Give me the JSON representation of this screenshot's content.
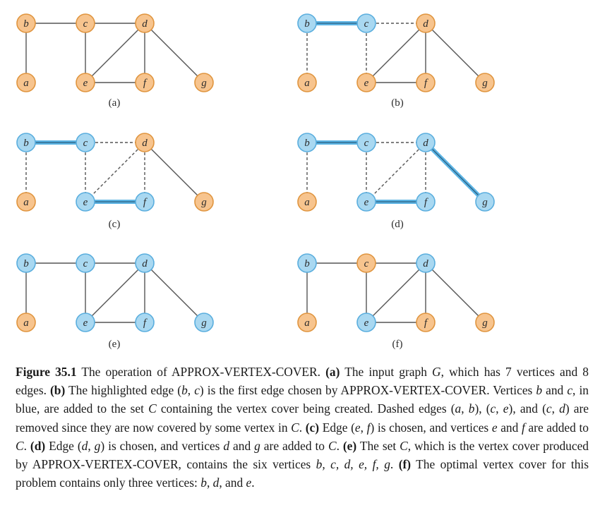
{
  "colors": {
    "orange_fill": "#f7c48e",
    "orange_stroke": "#e0953f",
    "blue_fill": "#a9d8f1",
    "blue_stroke": "#5aaede",
    "edge": "#555555",
    "highlight": "#5bb3e3"
  },
  "panels": [
    {
      "label": "(a)",
      "vertices": [
        {
          "id": "b",
          "state": "orange"
        },
        {
          "id": "c",
          "state": "orange"
        },
        {
          "id": "d",
          "state": "orange"
        },
        {
          "id": "a",
          "state": "orange"
        },
        {
          "id": "e",
          "state": "orange"
        },
        {
          "id": "f",
          "state": "orange"
        },
        {
          "id": "g",
          "state": "orange"
        }
      ],
      "edges": [
        {
          "from": "b",
          "to": "c",
          "style": "solid"
        },
        {
          "from": "c",
          "to": "d",
          "style": "solid"
        },
        {
          "from": "b",
          "to": "a",
          "style": "solid"
        },
        {
          "from": "c",
          "to": "e",
          "style": "solid"
        },
        {
          "from": "d",
          "to": "e",
          "style": "solid"
        },
        {
          "from": "d",
          "to": "f",
          "style": "solid"
        },
        {
          "from": "d",
          "to": "g",
          "style": "solid"
        },
        {
          "from": "e",
          "to": "f",
          "style": "solid"
        }
      ]
    },
    {
      "label": "(b)",
      "vertices": [
        {
          "id": "b",
          "state": "blue"
        },
        {
          "id": "c",
          "state": "blue"
        },
        {
          "id": "d",
          "state": "orange"
        },
        {
          "id": "a",
          "state": "orange"
        },
        {
          "id": "e",
          "state": "orange"
        },
        {
          "id": "f",
          "state": "orange"
        },
        {
          "id": "g",
          "state": "orange"
        }
      ],
      "edges": [
        {
          "from": "b",
          "to": "c",
          "style": "highlight"
        },
        {
          "from": "c",
          "to": "d",
          "style": "dashed"
        },
        {
          "from": "b",
          "to": "a",
          "style": "dashed"
        },
        {
          "from": "c",
          "to": "e",
          "style": "dashed"
        },
        {
          "from": "d",
          "to": "e",
          "style": "solid"
        },
        {
          "from": "d",
          "to": "f",
          "style": "solid"
        },
        {
          "from": "d",
          "to": "g",
          "style": "solid"
        },
        {
          "from": "e",
          "to": "f",
          "style": "solid"
        }
      ]
    },
    {
      "label": "(c)",
      "vertices": [
        {
          "id": "b",
          "state": "blue"
        },
        {
          "id": "c",
          "state": "blue"
        },
        {
          "id": "d",
          "state": "orange"
        },
        {
          "id": "a",
          "state": "orange"
        },
        {
          "id": "e",
          "state": "blue"
        },
        {
          "id": "f",
          "state": "blue"
        },
        {
          "id": "g",
          "state": "orange"
        }
      ],
      "edges": [
        {
          "from": "b",
          "to": "c",
          "style": "highlight"
        },
        {
          "from": "c",
          "to": "d",
          "style": "dashed"
        },
        {
          "from": "b",
          "to": "a",
          "style": "dashed"
        },
        {
          "from": "c",
          "to": "e",
          "style": "dashed"
        },
        {
          "from": "d",
          "to": "e",
          "style": "dashed"
        },
        {
          "from": "d",
          "to": "f",
          "style": "dashed"
        },
        {
          "from": "d",
          "to": "g",
          "style": "solid"
        },
        {
          "from": "e",
          "to": "f",
          "style": "highlight"
        }
      ]
    },
    {
      "label": "(d)",
      "vertices": [
        {
          "id": "b",
          "state": "blue"
        },
        {
          "id": "c",
          "state": "blue"
        },
        {
          "id": "d",
          "state": "blue"
        },
        {
          "id": "a",
          "state": "orange"
        },
        {
          "id": "e",
          "state": "blue"
        },
        {
          "id": "f",
          "state": "blue"
        },
        {
          "id": "g",
          "state": "blue"
        }
      ],
      "edges": [
        {
          "from": "b",
          "to": "c",
          "style": "highlight"
        },
        {
          "from": "c",
          "to": "d",
          "style": "dashed"
        },
        {
          "from": "b",
          "to": "a",
          "style": "dashed"
        },
        {
          "from": "c",
          "to": "e",
          "style": "dashed"
        },
        {
          "from": "d",
          "to": "e",
          "style": "dashed"
        },
        {
          "from": "d",
          "to": "f",
          "style": "dashed"
        },
        {
          "from": "d",
          "to": "g",
          "style": "highlight"
        },
        {
          "from": "e",
          "to": "f",
          "style": "highlight"
        }
      ]
    },
    {
      "label": "(e)",
      "vertices": [
        {
          "id": "b",
          "state": "blue"
        },
        {
          "id": "c",
          "state": "blue"
        },
        {
          "id": "d",
          "state": "blue"
        },
        {
          "id": "a",
          "state": "orange"
        },
        {
          "id": "e",
          "state": "blue"
        },
        {
          "id": "f",
          "state": "blue"
        },
        {
          "id": "g",
          "state": "blue"
        }
      ],
      "edges": [
        {
          "from": "b",
          "to": "c",
          "style": "solid"
        },
        {
          "from": "c",
          "to": "d",
          "style": "solid"
        },
        {
          "from": "b",
          "to": "a",
          "style": "solid"
        },
        {
          "from": "c",
          "to": "e",
          "style": "solid"
        },
        {
          "from": "d",
          "to": "e",
          "style": "solid"
        },
        {
          "from": "d",
          "to": "f",
          "style": "solid"
        },
        {
          "from": "d",
          "to": "g",
          "style": "solid"
        },
        {
          "from": "e",
          "to": "f",
          "style": "solid"
        }
      ]
    },
    {
      "label": "(f)",
      "vertices": [
        {
          "id": "b",
          "state": "blue"
        },
        {
          "id": "c",
          "state": "orange"
        },
        {
          "id": "d",
          "state": "blue"
        },
        {
          "id": "a",
          "state": "orange"
        },
        {
          "id": "e",
          "state": "blue"
        },
        {
          "id": "f",
          "state": "orange"
        },
        {
          "id": "g",
          "state": "orange"
        }
      ],
      "edges": [
        {
          "from": "b",
          "to": "c",
          "style": "solid"
        },
        {
          "from": "c",
          "to": "d",
          "style": "solid"
        },
        {
          "from": "b",
          "to": "a",
          "style": "solid"
        },
        {
          "from": "c",
          "to": "e",
          "style": "solid"
        },
        {
          "from": "d",
          "to": "e",
          "style": "solid"
        },
        {
          "from": "d",
          "to": "f",
          "style": "solid"
        },
        {
          "from": "d",
          "to": "g",
          "style": "solid"
        },
        {
          "from": "e",
          "to": "f",
          "style": "solid"
        }
      ]
    }
  ],
  "caption": {
    "figure_label": "Figure 35.1",
    "intro": " The operation of APPROX-VERTEX-COVER. ",
    "a_label": "(a)",
    "a_text_1": " The input graph ",
    "a_graph": "G",
    "a_text_2": ", which has 7 vertices and 8 edges. ",
    "b_label": "(b)",
    "b_text_1": " The highlighted edge (",
    "b_edge_1": "b",
    "b_comma_1": ", ",
    "b_edge_2": "c",
    "b_text_2": ") is the first edge chosen by APPROX-VERTEX-COVER. Vertices ",
    "b_v1": "b",
    "b_and": " and ",
    "b_v2": "c",
    "b_text_3": ", in blue, are added to the set ",
    "b_set": "C",
    "b_text_4": " containing the vertex cover being created. Dashed edges (",
    "b_d1": "a",
    "b_c1": ", ",
    "b_d2": "b",
    "b_p1": "), (",
    "b_d3": "c",
    "b_c2": ", ",
    "b_d4": "e",
    "b_p2": "), and (",
    "b_d5": "c",
    "b_c3": ", ",
    "b_d6": "d",
    "b_text_5": ") are removed since they are now covered by some vertex in ",
    "b_set2": "C",
    "b_end": ". ",
    "c_label": "(c)",
    "c_text_1": " Edge (",
    "c_e1": "e",
    "c_comma": ", ",
    "c_e2": "f",
    "c_text_2": ") is chosen, and vertices ",
    "c_v1": "e",
    "c_and": " and ",
    "c_v2": "f",
    "c_text_3": " are added to ",
    "c_set": "C",
    "c_end": ". ",
    "d_label": "(d)",
    "d_text_1": " Edge (",
    "d_e1": "d",
    "d_comma": ", ",
    "d_e2": "g",
    "d_text_2": ") is chosen, and vertices ",
    "d_v1": "d",
    "d_and": " and ",
    "d_v2": "g",
    "d_text_3": " are added to ",
    "d_set": "C",
    "d_end": ". ",
    "e_label": "(e)",
    "e_text_1": " The set ",
    "e_set": "C",
    "e_text_2": ", which is the vertex cover produced by APPROX-VERTEX-COVER, contains the six vertices ",
    "e_list": "b, c, d, e, f, g",
    "e_end": ". ",
    "f_label": "(f)",
    "f_text_1": " The optimal vertex cover for this problem contains only three vertices: ",
    "f_v1": "b",
    "f_c1": ", ",
    "f_v2": "d",
    "f_and": ", and ",
    "f_v3": "e",
    "f_end": "."
  }
}
